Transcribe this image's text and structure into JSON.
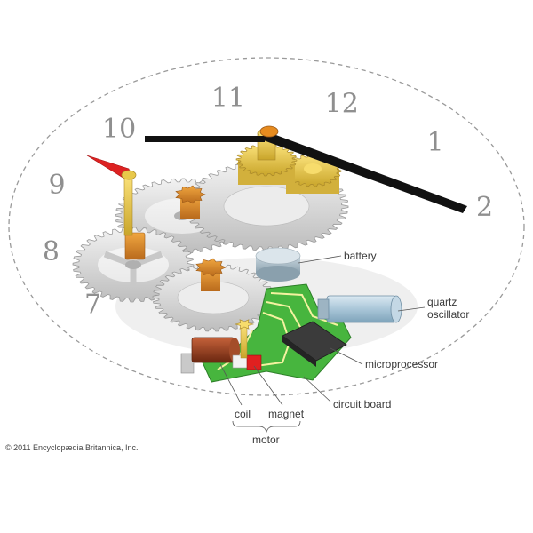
{
  "dial": {
    "numerals": [
      {
        "text": "7",
        "angle": -128
      },
      {
        "text": "8",
        "angle": -102
      },
      {
        "text": "9",
        "angle": -72
      },
      {
        "text": "10",
        "angle": -42
      },
      {
        "text": "11",
        "angle": -10
      },
      {
        "text": "12",
        "angle": 20
      },
      {
        "text": "1",
        "angle": 50
      },
      {
        "text": "2",
        "angle": 82
      }
    ]
  },
  "labels": {
    "battery": "battery",
    "quartz_line1": "quartz",
    "quartz_line2": "oscillator",
    "microprocessor": "microprocessor",
    "circuit_board": "circuit board",
    "coil": "coil",
    "magnet": "magnet",
    "motor": "motor"
  },
  "credit": "© 2011 Encyclopædia Britannica, Inc.",
  "colors": {
    "gear_gray": "#d5d5d5",
    "gear_gold": "#e8c84a",
    "gear_orange": "#d9862a",
    "circuit_green": "#3fae3a",
    "hand_black": "#111111",
    "hand_red": "#dd2222",
    "crystal_blue": "#a9c6d8"
  }
}
